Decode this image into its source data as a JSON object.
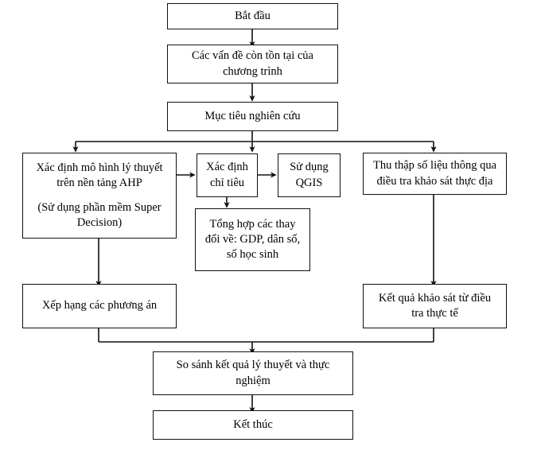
{
  "diagram": {
    "title": "Research methodology flowchart",
    "language": "vi",
    "stroke_color": "#111111",
    "background_color": "#ffffff",
    "nodes": {
      "start": {
        "label": "Bắt đầu"
      },
      "problems": {
        "line1": "Các vấn đề còn tồn tại của",
        "line2": "chương trình"
      },
      "objective": {
        "label": "Mục tiêu nghiên cứu"
      },
      "theory_model": {
        "line1": "Xác định mô hình lý thuyết",
        "line2": "trên nền tảng AHP",
        "line3": "(Sử dụng phần mềm Super",
        "line4": "Decision)"
      },
      "criteria": {
        "line1": "Xác định",
        "line2": "chỉ tiêu"
      },
      "qgis": {
        "line1": "Sử dụng",
        "line2": "QGIS"
      },
      "aggregate": {
        "line1": "Tổng hợp các thay",
        "line2": "đổi về: GDP, dân số,",
        "line3": "số học sinh"
      },
      "field_data": {
        "line1": "Thu thập số liệu thông qua",
        "line2": "điều tra khảo sát thực địa"
      },
      "ranking": {
        "label": "Xếp hạng các phương án"
      },
      "survey_result": {
        "line1": "Kết quả khảo sát từ điều",
        "line2": "tra thực tế"
      },
      "compare": {
        "line1": "So sánh kết quả lý thuyết và thực",
        "line2": "nghiệm"
      },
      "end": {
        "label": "Kết thúc"
      }
    },
    "edges": [
      {
        "from": "start",
        "to": "problems",
        "kind": "vertical-arrow"
      },
      {
        "from": "problems",
        "to": "objective",
        "kind": "vertical-arrow"
      },
      {
        "from": "objective",
        "to": "theory_model",
        "kind": "split-left-arrow"
      },
      {
        "from": "objective",
        "to": "criteria",
        "kind": "vertical-arrow"
      },
      {
        "from": "objective",
        "to": "field_data",
        "kind": "split-right-arrow"
      },
      {
        "from": "theory_model",
        "to": "criteria",
        "kind": "horizontal-arrow"
      },
      {
        "from": "criteria",
        "to": "qgis",
        "kind": "horizontal-arrow"
      },
      {
        "from": "criteria",
        "to": "aggregate",
        "kind": "vertical-arrow"
      },
      {
        "from": "theory_model",
        "to": "ranking",
        "kind": "vertical-arrow"
      },
      {
        "from": "field_data",
        "to": "survey_result",
        "kind": "vertical-arrow"
      },
      {
        "from": "ranking",
        "to": "compare",
        "kind": "merge-arrow"
      },
      {
        "from": "survey_result",
        "to": "compare",
        "kind": "merge-arrow"
      },
      {
        "from": "compare",
        "to": "end",
        "kind": "vertical-arrow"
      }
    ]
  }
}
